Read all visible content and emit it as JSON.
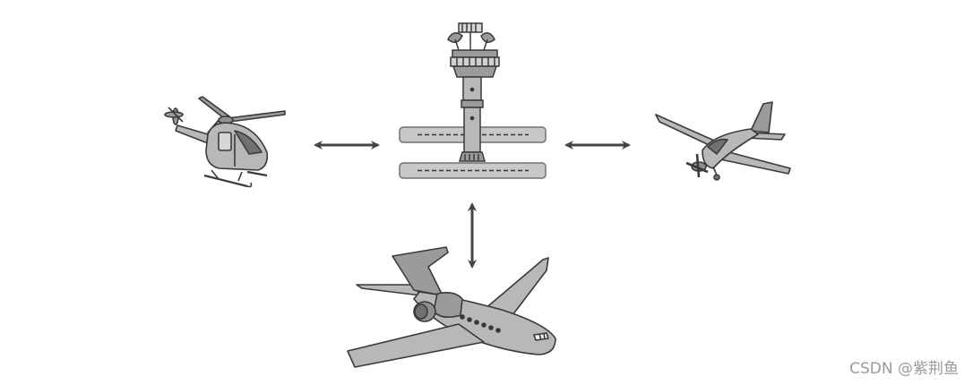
{
  "diagram": {
    "hub": {
      "name": "control-tower"
    },
    "nodes": [
      {
        "name": "helicopter"
      },
      {
        "name": "small-plane"
      },
      {
        "name": "jet-airliner"
      }
    ],
    "connections": [
      {
        "from": "helicopter",
        "to": "control-tower",
        "kind": "bidirectional"
      },
      {
        "from": "control-tower",
        "to": "small-plane",
        "kind": "bidirectional"
      },
      {
        "from": "control-tower",
        "to": "jet-airliner",
        "kind": "bidirectional"
      }
    ],
    "colors": {
      "outline": "#3a3a3a",
      "body": "#b7b9b6",
      "body_dark": "#8e918d",
      "runway": "#c8c8c8",
      "arrow": "#444444"
    }
  },
  "watermark": {
    "text": "CSDN @紫荆鱼"
  }
}
